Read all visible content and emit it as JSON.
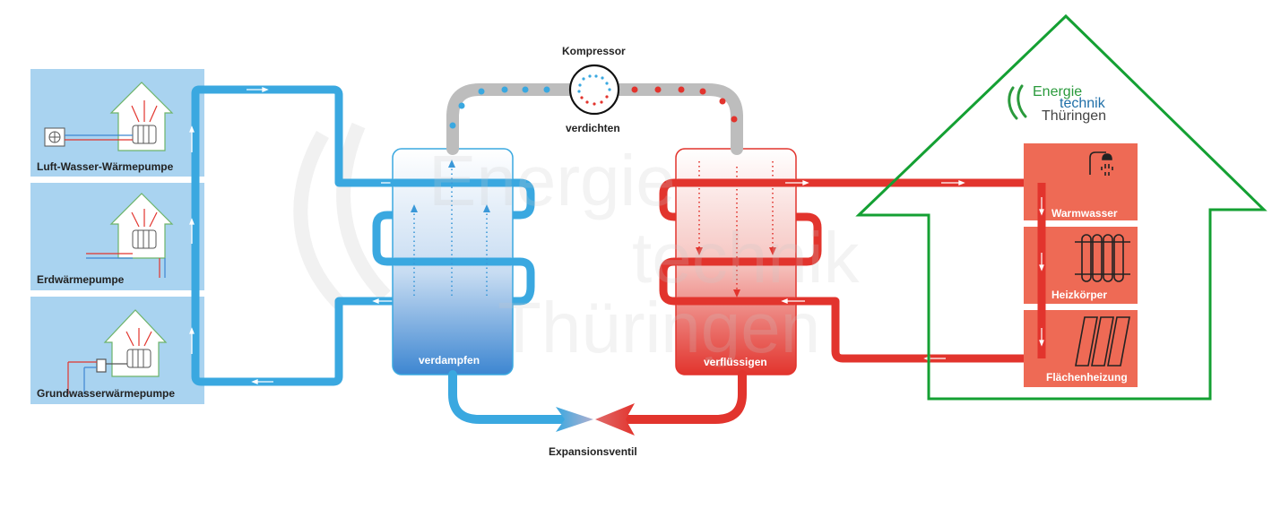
{
  "sources": [
    {
      "label": "Luft-Wasser-Wärmepumpe"
    },
    {
      "label": "Erdwärmepumpe"
    },
    {
      "label": "Grundwasserwärmepumpe"
    }
  ],
  "compressor": {
    "title": "Kompressor",
    "action": "verdichten"
  },
  "evaporator": {
    "label": "verdampfen"
  },
  "condenser": {
    "label": "verflüssigen"
  },
  "valve": {
    "label": "Expansionsventil"
  },
  "consumers": [
    {
      "label": "Warmwasser",
      "icon": "shower-icon"
    },
    {
      "label": "Heizkörper",
      "icon": "radiator-icon"
    },
    {
      "label": "Flächenheizung",
      "icon": "floor-heating-icon"
    }
  ],
  "logo": {
    "line1": "Energie",
    "line2": "technik",
    "line3": "Thüringen"
  },
  "watermark": {
    "line1": "Energie",
    "line2": "technik",
    "line3": "Thüringen"
  },
  "colors": {
    "cold": "#3aa8e0",
    "hot": "#e2342d",
    "gray": "#bdbdbd",
    "source_panel": "#a9d3f0",
    "consumer_panel": "#ee6a55",
    "house_outline": "#14a033",
    "logo_green": "#2a9a3c",
    "logo_blue": "#1f6fa8"
  }
}
